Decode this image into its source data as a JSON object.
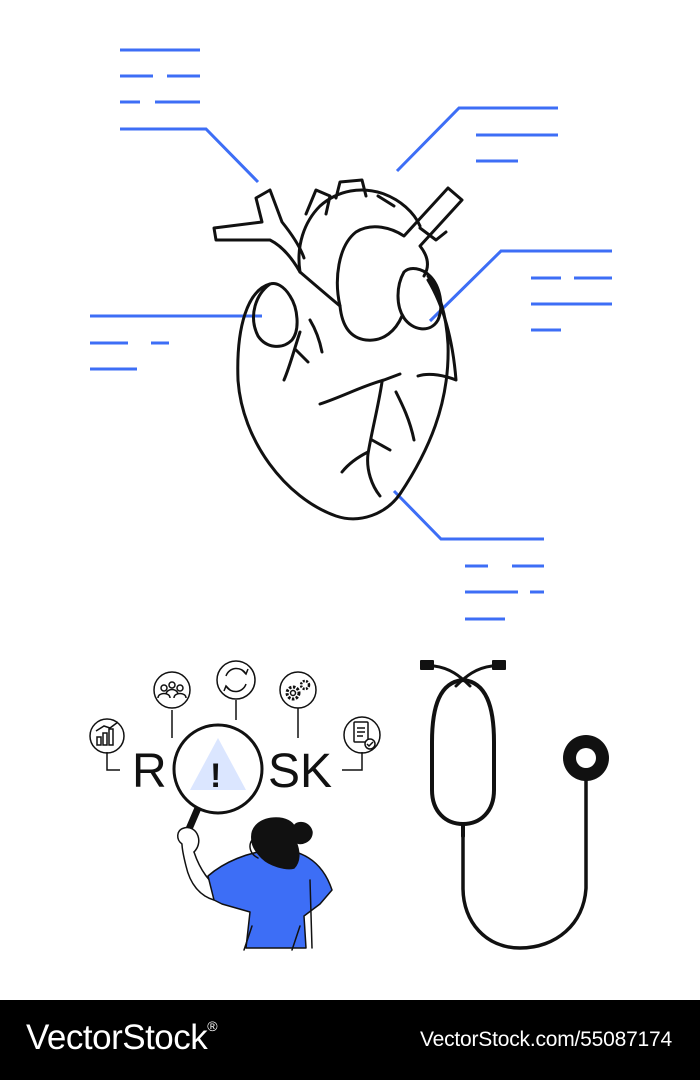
{
  "illustration": {
    "risk_word": {
      "left": "R",
      "right": "SK",
      "alert_glyph": "!"
    },
    "icons": [
      "chart-icon",
      "people-icon",
      "refresh-icon",
      "gears-icon",
      "checklist-icon",
      "warning-triangle-icon",
      "magnifier-icon",
      "heart-icon",
      "stethoscope-icon"
    ],
    "colors": {
      "accent": "#3d6ef6",
      "ink": "#111111",
      "alert_fill": "#dbe6ff",
      "footer_bg": "#000000"
    }
  },
  "footer": {
    "brand": "VectorStock",
    "superscript": "®",
    "image_ref": "VectorStock.com/55087174"
  }
}
